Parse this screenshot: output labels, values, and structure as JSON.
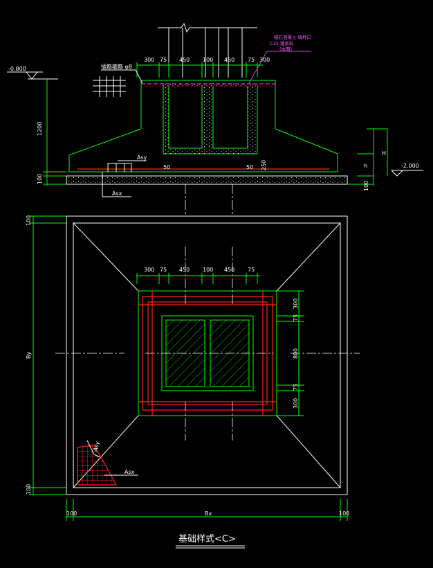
{
  "drawing": {
    "title": "基础样式<C>",
    "elevation_top": "-0.800",
    "elevation_bottom": "-2.000",
    "note_rebar": "插筋箍筋 φ8",
    "note_grout_lines": [
      "细石混凝土 填杯口",
      "C35 灌浆料",
      "(本图)"
    ],
    "label_asy": "Asy",
    "label_asx": "Asx",
    "label_H": "H",
    "label_h": "h",
    "label_bx": "Bx",
    "label_by": "By",
    "dim_1200": "1200",
    "dim_100": "100",
    "dim_50": "50",
    "dim_250": "250",
    "dim_800": "800",
    "top_dims": [
      "300",
      "75",
      "450",
      "100",
      "450",
      "75",
      "300"
    ],
    "side_dims": [
      "300",
      "75",
      "800",
      "75",
      "300"
    ]
  }
}
